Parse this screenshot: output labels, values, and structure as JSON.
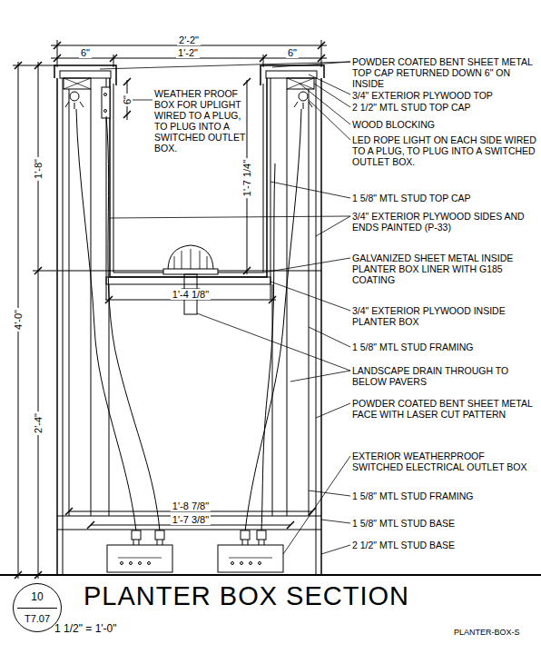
{
  "diagram": {
    "title": "PLANTER BOX SECTION",
    "nodes": [
      {
        "text": [
          "10",
          "T7.07"
        ]
      }
    ],
    "labels": [
      "2'-2\"",
      "6\"",
      "1'-2\"",
      "6\"",
      "WEATHER PROOF BOX FOR UPLIGHT WIRED TO A PLUG, TO PLUG INTO A SWITCHED OUTLET BOX.",
      "6\"",
      "1'-8\"",
      "1'-7 1/4\"",
      "4'-0\"",
      "2'-4\"",
      "1'-4 1/8\"",
      "1'-8 7/8\"",
      "1'-7 3/8\"",
      "POWDER COATED BENT SHEET METAL TOP CAP RETURNED DOWN 6\" ON INSIDE",
      "3/4\" EXTERIOR PLYWOOD TOP",
      "2 1/2\" MTL STUD TOP CAP",
      "WOOD BLOCKING",
      "LED ROPE LIGHT ON EACH SIDE WIRED TO A PLUG, TO PLUG INTO A SWITCHED OUTLET BOX.",
      "1 5/8\" MTL STUD TOP CAP",
      "3/4\" EXTERIOR PLYWOOD SIDES AND ENDS PAINTED (P-33)",
      "GALVANIZED SHEET METAL INSIDE PLANTER BOX LINER WITH G185 COATING",
      "3/4\" EXTERIOR PLYWOOD INSIDE PLANTER BOX",
      "1 5/8\" MTL STUD FRAMING",
      "LANDSCAPE DRAIN THROUGH TO BELOW PAVERS",
      "POWDER COATED BENT SHEET METAL FACE WITH LASER CUT PATTERN",
      "EXTERIOR WEATHERPROOF SWITCHED ELECTRICAL OUTLET BOX",
      "1 5/8\" MTL STUD FRAMING",
      "1 5/8\" MTL STUD BASE",
      "2 1/2\" MTL STUD BASE",
      "1 1/2\" = 1'-0\"",
      "PLANTER-BOX-S"
    ]
  }
}
